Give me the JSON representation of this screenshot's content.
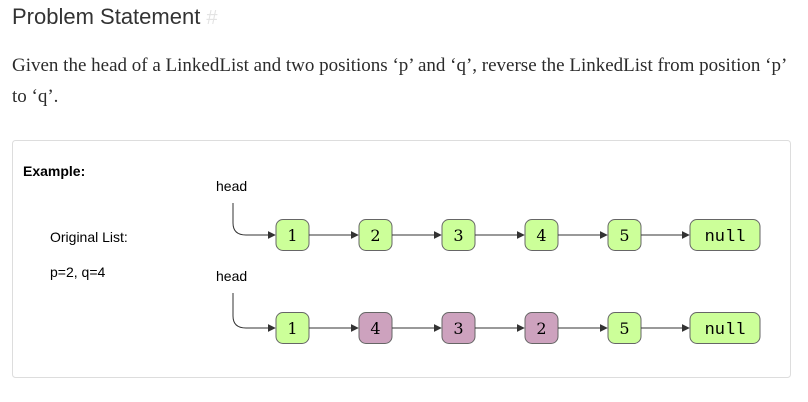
{
  "section": {
    "title": "Problem Statement",
    "anchor": "#",
    "description": "Given the head of a LinkedList and two positions ‘p’ and ‘q’, reverse the LinkedList from position ‘p’ to ‘q’."
  },
  "example": {
    "label": "Example:",
    "original_label": "Original List:",
    "params": "p=2, q=4",
    "top_head_label": "head",
    "bottom_head_label": "head",
    "original_nodes": [
      "1",
      "2",
      "3",
      "4",
      "5",
      "null"
    ],
    "reversed_nodes": [
      "1",
      "4",
      "3",
      "2",
      "5",
      "null"
    ],
    "colors": {
      "normal_fill": "#ccff99",
      "reversed_fill": "#cda2be",
      "node_stroke": "#666666",
      "edge": "#333333"
    }
  }
}
